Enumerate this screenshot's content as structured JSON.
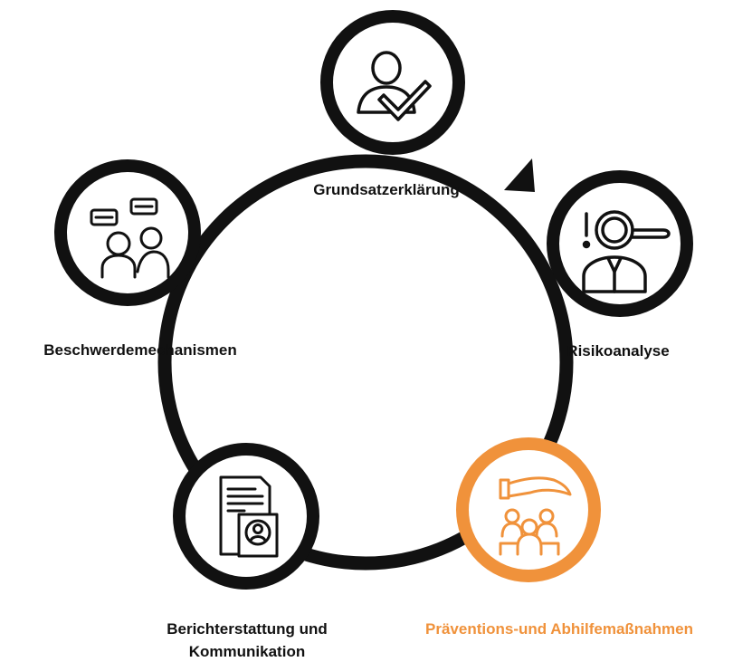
{
  "steps": [
    {
      "label": "Grundsatzerklärung",
      "icon": "person-checkmark-icon"
    },
    {
      "label": "Risikoanalyse",
      "icon": "magnifier-person-icon"
    },
    {
      "label": "Präventions-und Abhilfemaßnahmen",
      "icon": "protecting-hand-group-icon",
      "highlighted": true
    },
    {
      "label_line1": "Berichterstattung und",
      "label_line2": "Kommunikation",
      "icon": "report-document-icon"
    },
    {
      "label": "Beschwerdemechanismen",
      "icon": "people-talking-icon"
    }
  ],
  "colors": {
    "ring": "#111111",
    "accent": "#f0923b",
    "background": "#ffffff"
  }
}
